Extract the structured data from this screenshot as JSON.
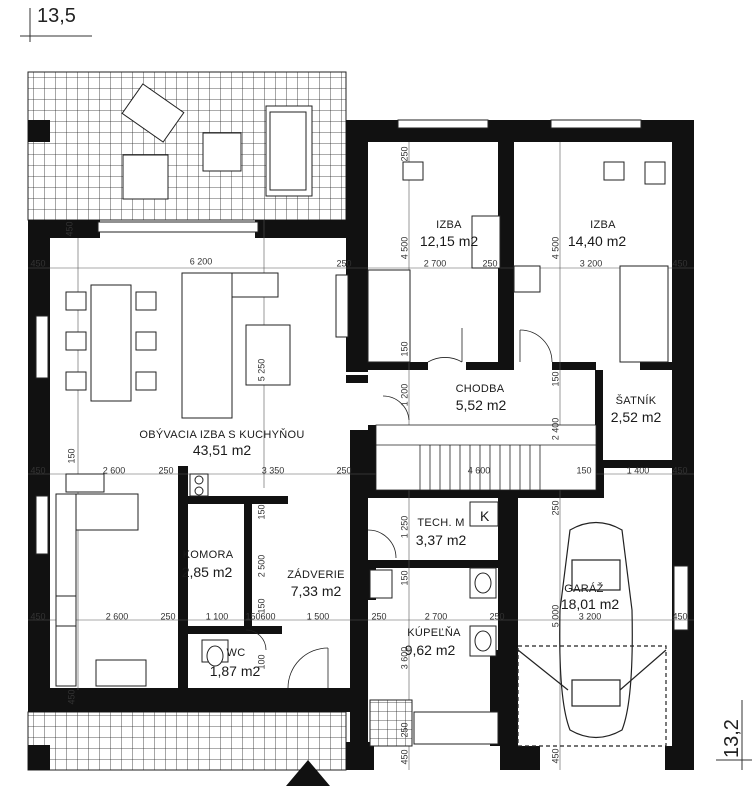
{
  "overall": {
    "width": "13,5",
    "depth": "13,2"
  },
  "rooms": {
    "izba1": {
      "name": "IZBA",
      "area": "12,15 m2"
    },
    "izba2": {
      "name": "IZBA",
      "area": "14,40 m2"
    },
    "chodba": {
      "name": "CHODBA",
      "area": "5,52 m2"
    },
    "satnik": {
      "name": "ŠATNÍK",
      "area": "2,52 m2"
    },
    "obyvacia": {
      "name": "OBÝVACIA IZBA S KUCHYŇOU",
      "area": "43,51 m2"
    },
    "komora": {
      "name": "KOMORA",
      "area": "2,85 m2"
    },
    "zadverie": {
      "name": "ZÁDVERIE",
      "area": "7,33 m2"
    },
    "tech": {
      "name": "TECH. M",
      "area": "3,37 m2"
    },
    "kupelna": {
      "name": "KÚPEĽŇA",
      "area": "9,62 m2"
    },
    "garaz": {
      "name": "GARÁŽ",
      "area": "18,01 m2"
    },
    "wc": {
      "name": "WC",
      "area": "1,87 m2"
    }
  },
  "boiler_letter": "K",
  "dims": {
    "h1": [
      "450",
      "6 200",
      "250",
      "2 700",
      "250",
      "3 200",
      "450"
    ],
    "h2": [
      "450",
      "2 600",
      "250",
      "3 350",
      "250",
      "4 600",
      "150",
      "1 400",
      "450"
    ],
    "h3": [
      "450",
      "2 600",
      "250",
      "1 100",
      "150",
      "600",
      "1 500",
      "250",
      "2 700",
      "250",
      "3 200",
      "450"
    ],
    "v": [
      "450",
      "250",
      "4 500",
      "4 500",
      "150",
      "1 200",
      "150",
      "2 400",
      "1 250",
      "150",
      "5 250",
      "150",
      "2 500",
      "150",
      "100",
      "150",
      "5 000",
      "250",
      "3 600",
      "450",
      "250",
      "450",
      "450"
    ]
  }
}
